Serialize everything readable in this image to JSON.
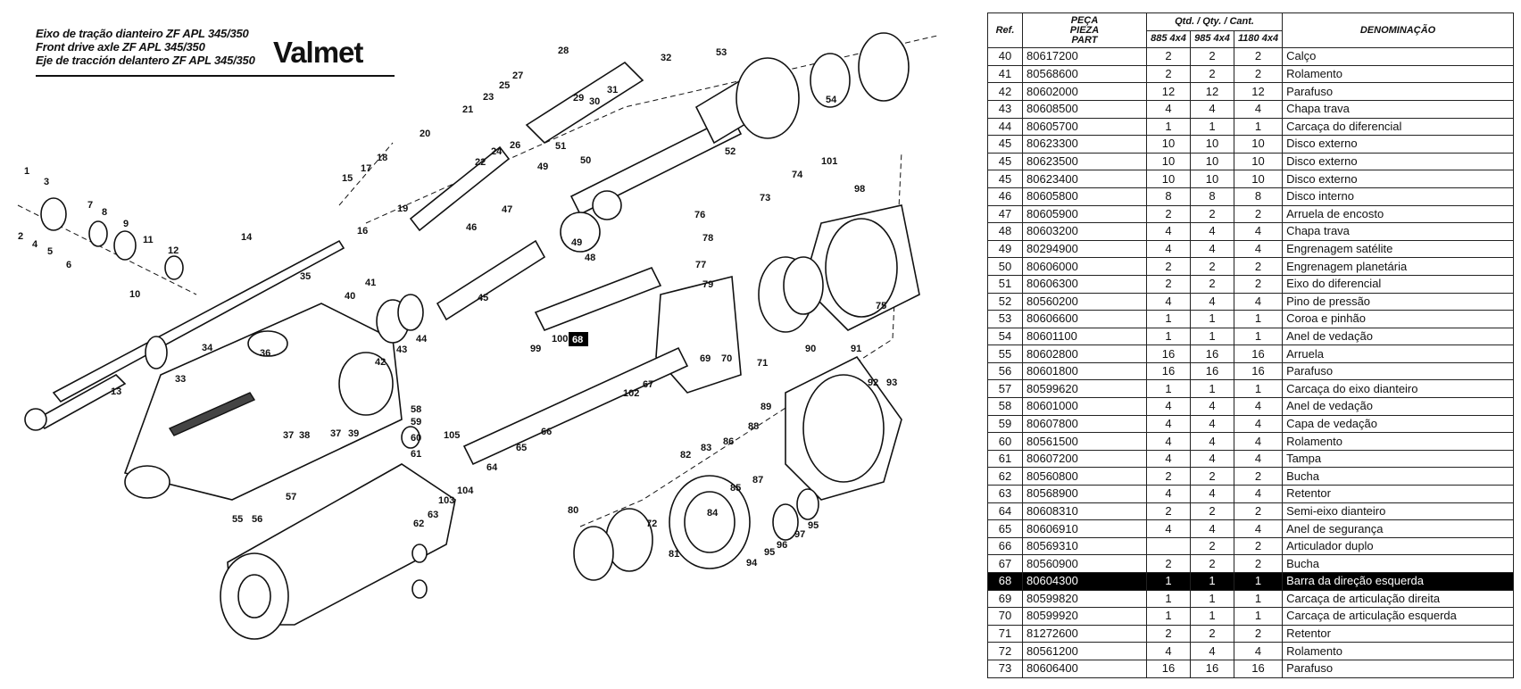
{
  "header": {
    "title_pt": "Eixo de tração dianteiro ZF APL 345/350",
    "title_en": "Front drive axle  ZF APL 345/350",
    "title_es": "Eje de tracción delantero ZF APL 345/350",
    "brand": "Valmet"
  },
  "diagram": {
    "highlight_ref": "68",
    "labels": [
      "1",
      "2",
      "3",
      "4",
      "5",
      "6",
      "7",
      "8",
      "9",
      "10",
      "11",
      "12",
      "13",
      "14",
      "15",
      "16",
      "17",
      "18",
      "19",
      "20",
      "21",
      "22",
      "23",
      "24",
      "25",
      "26",
      "27",
      "28",
      "29",
      "30",
      "31",
      "32",
      "33",
      "34",
      "35",
      "36",
      "37",
      "38",
      "39",
      "40",
      "41",
      "42",
      "43",
      "44",
      "45",
      "46",
      "47",
      "48",
      "49",
      "50",
      "51",
      "52",
      "53",
      "54",
      "55",
      "56",
      "57",
      "58",
      "59",
      "60",
      "61",
      "62",
      "63",
      "64",
      "65",
      "66",
      "67",
      "68",
      "69",
      "70",
      "71",
      "72",
      "73",
      "74",
      "75",
      "76",
      "77",
      "78",
      "79",
      "80",
      "81",
      "82",
      "83",
      "84",
      "85",
      "86",
      "87",
      "88",
      "89",
      "90",
      "91",
      "92",
      "93",
      "94",
      "95",
      "96",
      "97",
      "98",
      "99",
      "100",
      "101",
      "102",
      "103",
      "104",
      "105"
    ]
  },
  "table": {
    "col_ref": "Ref.",
    "col_part_1": "PEÇA",
    "col_part_2": "PIEZA",
    "col_part_3": "PART",
    "col_qty": "Qtd. / Qty. / Cant.",
    "qty_sub_1": "885 4x4",
    "qty_sub_2": "985 4x4",
    "qty_sub_3": "1180 4x4",
    "col_den": "DENOMINAÇÃO",
    "rows": [
      {
        "ref": "40",
        "part": "80617200",
        "q1": "2",
        "q2": "2",
        "q3": "2",
        "den": "Calço"
      },
      {
        "ref": "41",
        "part": "80568600",
        "q1": "2",
        "q2": "2",
        "q3": "2",
        "den": "Rolamento"
      },
      {
        "ref": "42",
        "part": "80602000",
        "q1": "12",
        "q2": "12",
        "q3": "12",
        "den": "Parafuso"
      },
      {
        "ref": "43",
        "part": "80608500",
        "q1": "4",
        "q2": "4",
        "q3": "4",
        "den": "Chapa trava"
      },
      {
        "ref": "44",
        "part": "80605700",
        "q1": "1",
        "q2": "1",
        "q3": "1",
        "den": "Carcaça do diferencial"
      },
      {
        "ref": "45",
        "part": "80623300",
        "q1": "10",
        "q2": "10",
        "q3": "10",
        "den": "Disco externo"
      },
      {
        "ref": "45",
        "part": "80623500",
        "q1": "10",
        "q2": "10",
        "q3": "10",
        "den": "Disco externo"
      },
      {
        "ref": "45",
        "part": "80623400",
        "q1": "10",
        "q2": "10",
        "q3": "10",
        "den": "Disco externo"
      },
      {
        "ref": "46",
        "part": "80605800",
        "q1": "8",
        "q2": "8",
        "q3": "8",
        "den": "Disco interno"
      },
      {
        "ref": "47",
        "part": "80605900",
        "q1": "2",
        "q2": "2",
        "q3": "2",
        "den": "Arruela de encosto"
      },
      {
        "ref": "48",
        "part": "80603200",
        "q1": "4",
        "q2": "4",
        "q3": "4",
        "den": "Chapa trava"
      },
      {
        "ref": "49",
        "part": "80294900",
        "q1": "4",
        "q2": "4",
        "q3": "4",
        "den": "Engrenagem satélite"
      },
      {
        "ref": "50",
        "part": "80606000",
        "q1": "2",
        "q2": "2",
        "q3": "2",
        "den": "Engrenagem planetária"
      },
      {
        "ref": "51",
        "part": "80606300",
        "q1": "2",
        "q2": "2",
        "q3": "2",
        "den": "Eixo do diferencial"
      },
      {
        "ref": "52",
        "part": "80560200",
        "q1": "4",
        "q2": "4",
        "q3": "4",
        "den": "Pino de pressão"
      },
      {
        "ref": "53",
        "part": "80606600",
        "q1": "1",
        "q2": "1",
        "q3": "1",
        "den": "Coroa e pinhão"
      },
      {
        "ref": "54",
        "part": "80601100",
        "q1": "1",
        "q2": "1",
        "q3": "1",
        "den": "Anel de vedação"
      },
      {
        "ref": "55",
        "part": "80602800",
        "q1": "16",
        "q2": "16",
        "q3": "16",
        "den": "Arruela"
      },
      {
        "ref": "56",
        "part": "80601800",
        "q1": "16",
        "q2": "16",
        "q3": "16",
        "den": "Parafuso"
      },
      {
        "ref": "57",
        "part": "80599620",
        "q1": "1",
        "q2": "1",
        "q3": "1",
        "den": "Carcaça do eixo dianteiro"
      },
      {
        "ref": "58",
        "part": "80601000",
        "q1": "4",
        "q2": "4",
        "q3": "4",
        "den": "Anel de vedação"
      },
      {
        "ref": "59",
        "part": "80607800",
        "q1": "4",
        "q2": "4",
        "q3": "4",
        "den": "Capa de vedação"
      },
      {
        "ref": "60",
        "part": "80561500",
        "q1": "4",
        "q2": "4",
        "q3": "4",
        "den": "Rolamento"
      },
      {
        "ref": "61",
        "part": "80607200",
        "q1": "4",
        "q2": "4",
        "q3": "4",
        "den": "Tampa"
      },
      {
        "ref": "62",
        "part": "80560800",
        "q1": "2",
        "q2": "2",
        "q3": "2",
        "den": "Bucha"
      },
      {
        "ref": "63",
        "part": "80568900",
        "q1": "4",
        "q2": "4",
        "q3": "4",
        "den": "Retentor"
      },
      {
        "ref": "64",
        "part": "80608310",
        "q1": "2",
        "q2": "2",
        "q3": "2",
        "den": "Semi-eixo dianteiro"
      },
      {
        "ref": "65",
        "part": "80606910",
        "q1": "4",
        "q2": "4",
        "q3": "4",
        "den": "Anel de segurança"
      },
      {
        "ref": "66",
        "part": "80569310",
        "q1": "",
        "q2": "2",
        "q3": "2",
        "den": "Articulador duplo"
      },
      {
        "ref": "67",
        "part": "80560900",
        "q1": "2",
        "q2": "2",
        "q3": "2",
        "den": "Bucha"
      },
      {
        "ref": "68",
        "part": "80604300",
        "q1": "1",
        "q2": "1",
        "q3": "1",
        "den": "Barra da direção esquerda",
        "highlight": true
      },
      {
        "ref": "69",
        "part": "80599820",
        "q1": "1",
        "q2": "1",
        "q3": "1",
        "den": "Carcaça de articulação direita"
      },
      {
        "ref": "70",
        "part": "80599920",
        "q1": "1",
        "q2": "1",
        "q3": "1",
        "den": "Carcaça de articulação esquerda"
      },
      {
        "ref": "71",
        "part": "81272600",
        "q1": "2",
        "q2": "2",
        "q3": "2",
        "den": "Retentor"
      },
      {
        "ref": "72",
        "part": "80561200",
        "q1": "4",
        "q2": "4",
        "q3": "4",
        "den": "Rolamento"
      },
      {
        "ref": "73",
        "part": "80606400",
        "q1": "16",
        "q2": "16",
        "q3": "16",
        "den": "Parafuso"
      }
    ]
  }
}
